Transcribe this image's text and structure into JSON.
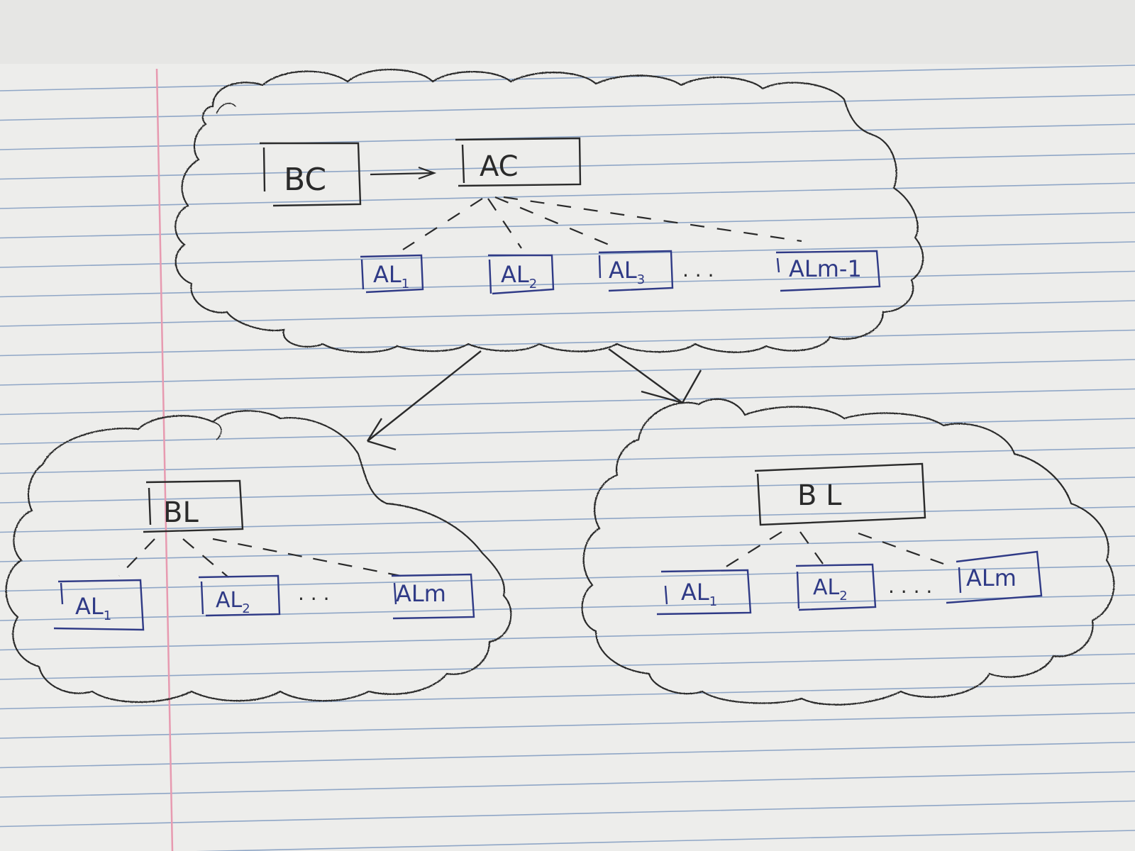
{
  "paper": {
    "background": "#ededeb",
    "rule_color": "#8fa6c6",
    "margin_color": "#e79ab0",
    "ink_black": "#2a2a2a",
    "ink_blue": "#2f3a86"
  },
  "top_cloud": {
    "bc_label": "BC",
    "ac_label": "AC",
    "children": [
      {
        "base": "AL",
        "sub": "1"
      },
      {
        "base": "AL",
        "sub": "2"
      },
      {
        "base": "AL",
        "sub": "3"
      },
      {
        "base": "ALm-1",
        "sub": ""
      }
    ],
    "ellipsis": ". . ."
  },
  "left_cloud": {
    "bl_label": "BL",
    "children": [
      {
        "base": "AL",
        "sub": "1"
      },
      {
        "base": "AL",
        "sub": "2"
      },
      {
        "base": "ALm",
        "sub": ""
      }
    ],
    "ellipsis": ". . ."
  },
  "right_cloud": {
    "bl_label": "B L",
    "children": [
      {
        "base": "AL",
        "sub": "1"
      },
      {
        "base": "AL",
        "sub": "2"
      },
      {
        "base": "ALm",
        "sub": ""
      }
    ],
    "ellipsis": ". . . ."
  }
}
